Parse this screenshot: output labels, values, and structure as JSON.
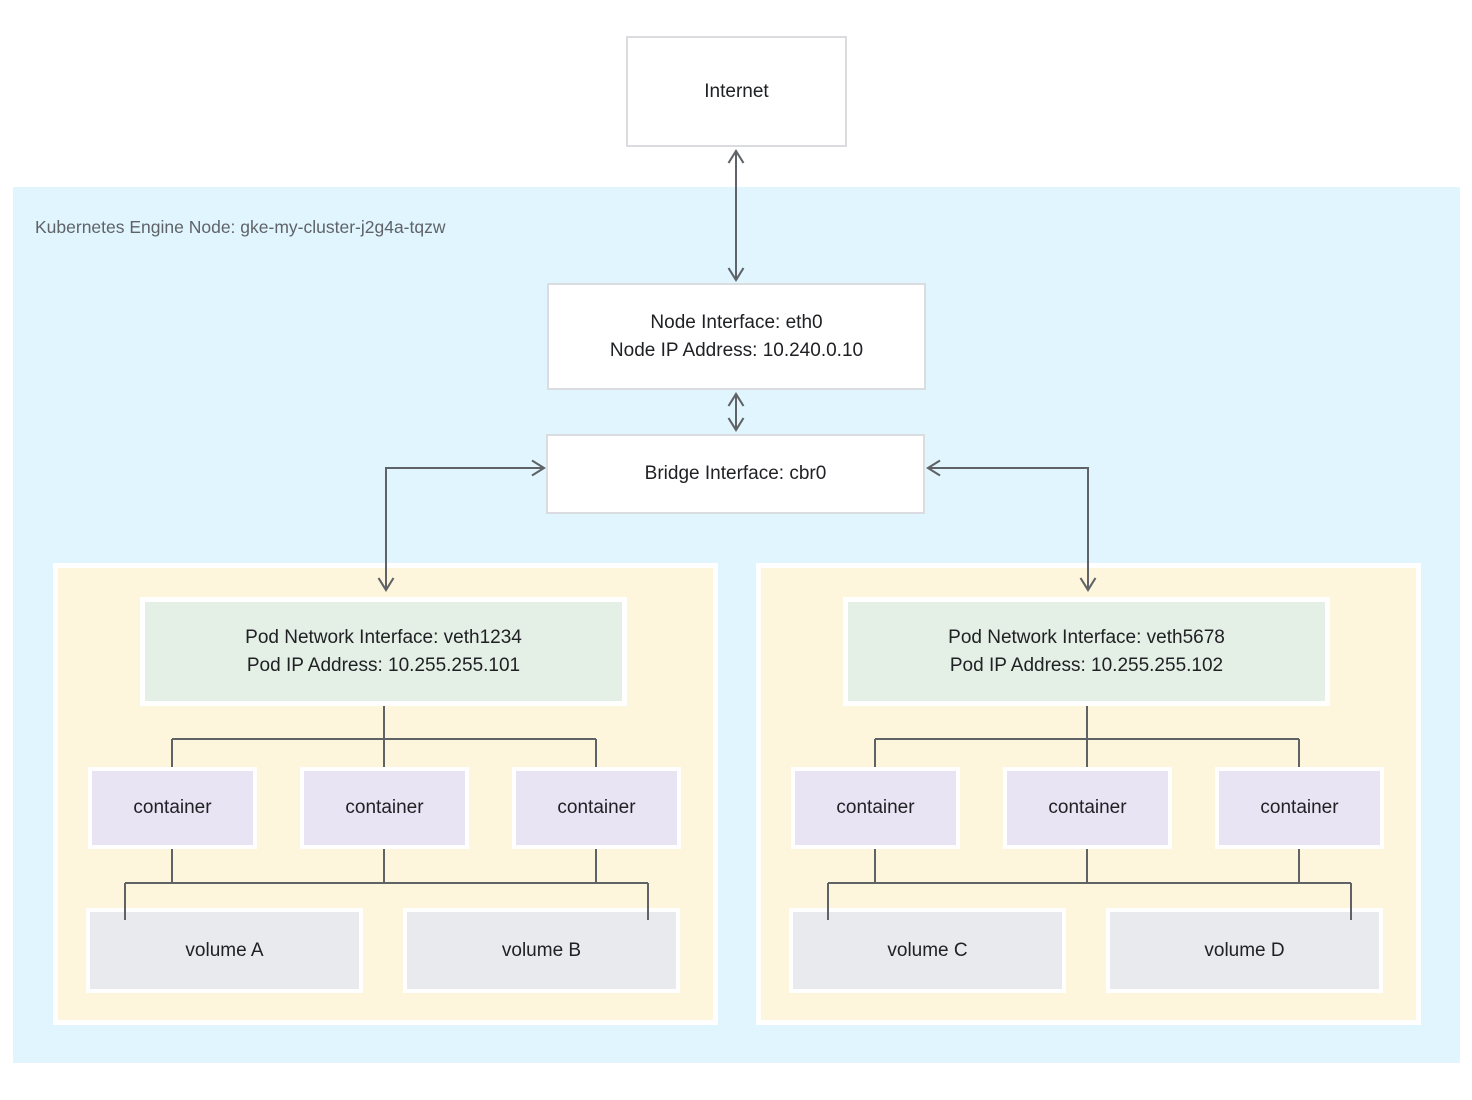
{
  "diagram": {
    "internet_label": "Internet",
    "node_group_label": "Kubernetes Engine Node: gke-my-cluster-j2g4a-tqzw",
    "node_interface": {
      "line1": "Node Interface: eth0",
      "line2": "Node IP Address: 10.240.0.10"
    },
    "bridge_interface": {
      "label": "Bridge Interface: cbr0"
    },
    "pods": [
      {
        "network_interface": {
          "line1": "Pod Network Interface: veth1234",
          "line2": "Pod IP Address: 10.255.255.101"
        },
        "containers": [
          "container",
          "container",
          "container"
        ],
        "volumes": [
          "volume A",
          "volume B"
        ]
      },
      {
        "network_interface": {
          "line1": "Pod Network Interface: veth5678",
          "line2": "Pod IP Address: 10.255.255.102"
        },
        "containers": [
          "container",
          "container",
          "container"
        ],
        "volumes": [
          "volume C",
          "volume D"
        ]
      }
    ],
    "colors": {
      "node_region_bg": "#e1f5fe",
      "pod_bg": "#fdf5dc",
      "interface_bg": "#e4efe6",
      "container_bg": "#e8e4f4",
      "volume_bg": "#e8eaed",
      "line": "#5f6368",
      "box_border": "#dadce0",
      "label_text": "#5f6368",
      "text": "#202124"
    }
  }
}
